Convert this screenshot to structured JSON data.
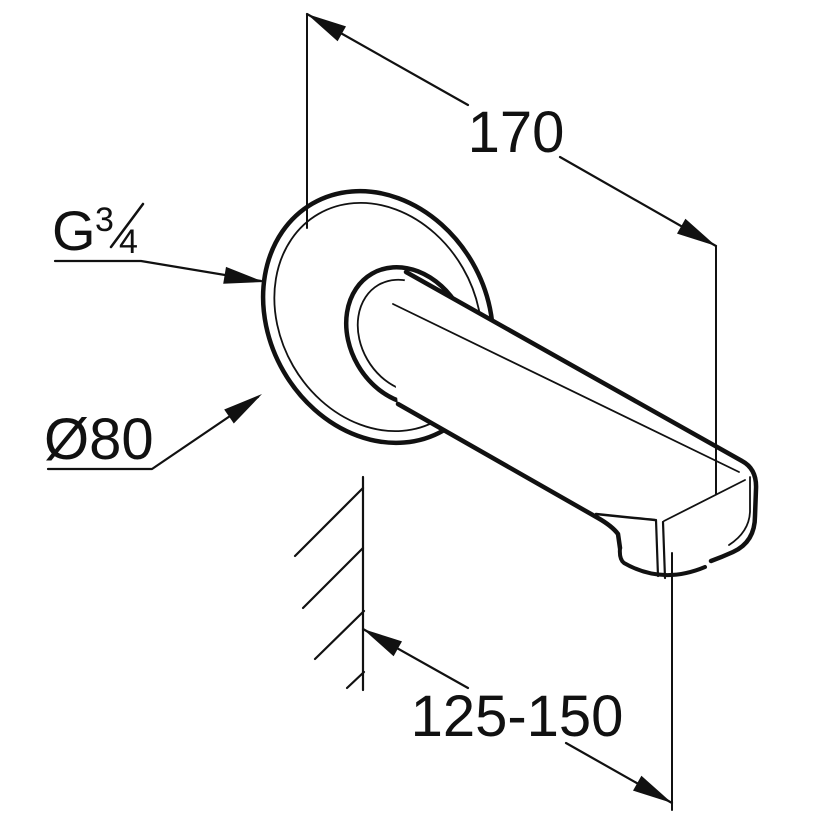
{
  "drawing": {
    "background": "#ffffff",
    "line_color": "#111111",
    "dimensions": {
      "length": "170",
      "diameter": "Ø80",
      "projection_range": "125-150",
      "thread": {
        "prefix": "G",
        "numerator": "3",
        "denominator": "4"
      }
    }
  }
}
